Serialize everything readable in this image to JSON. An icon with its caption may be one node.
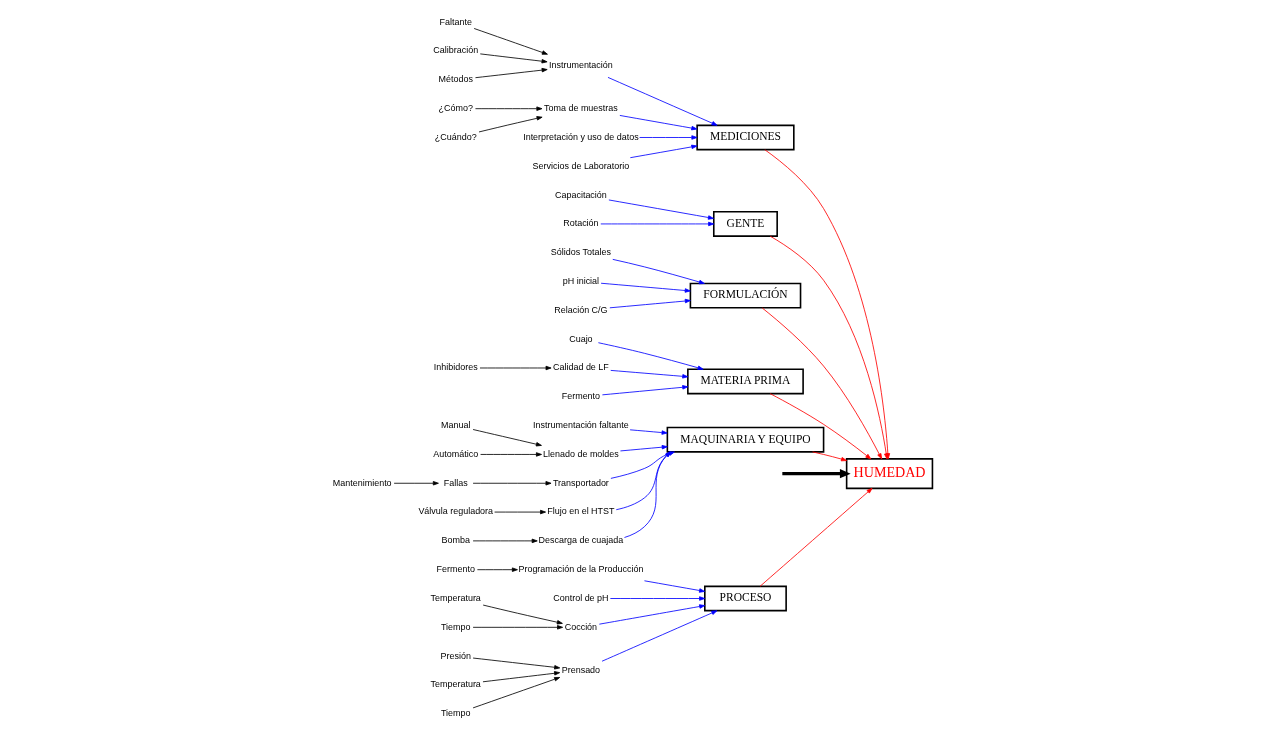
{
  "diagram": {
    "nodes": [
      {
        "text": [
          "PROCESO"
        ]
      },
      {
        "text": [
          "Fermento"
        ]
      },
      {
        "text": [
          "Programación de la Producción"
        ]
      },
      {
        "text": [
          "Control de pH"
        ]
      },
      {
        "text": [
          "Temperatura"
        ]
      },
      {
        "text": [
          "Presión"
        ]
      },
      {
        "text": [
          "Cocción"
        ]
      },
      {
        "text": [
          "Temperatura"
        ]
      },
      {
        "text": [
          "Prensado"
        ]
      },
      {
        "text": [
          "Tiempo"
        ]
      },
      {
        "text": [
          "Tiempo"
        ]
      },
      {
        "text": [
          "MEDICIONES"
        ]
      },
      {
        "text": [
          "Faltante"
        ]
      },
      {
        "text": [
          "Calibración"
        ]
      },
      {
        "text": [
          "Instrumentación"
        ]
      },
      {
        "text": [
          "Toma de muestras"
        ]
      },
      {
        "text": [
          "Métodos"
        ]
      },
      {
        "text": [
          "¿Cómo?"
        ]
      },
      {
        "text": [
          "Interpretación y uso de datos"
        ]
      },
      {
        "text": [
          "¿Cuándo?"
        ]
      },
      {
        "text": [
          "GENTE"
        ]
      },
      {
        "text": [
          "Capacitación"
        ]
      },
      {
        "text": [
          "Servicios de Laboratorio"
        ]
      },
      {
        "text": [
          "Rotación"
        ]
      },
      {
        "text": [
          "HUMEDAD"
        ]
      },
      {
        "text": [
          "Sólidos Totales"
        ]
      },
      {
        "text": [
          "Cuajo"
        ]
      },
      {
        "text": [
          "Inhibidores"
        ]
      },
      {
        "text": [
          "Instrumentación faltante"
        ]
      },
      {
        "text": [
          "Manual"
        ]
      },
      {
        "text": [
          "Llenado de moldes"
        ]
      },
      {
        "text": [
          "pH inicial"
        ]
      },
      {
        "text": [
          "Automático"
        ]
      },
      {
        "text": [
          "Calidad de LF"
        ]
      },
      {
        "text": [
          "Válvula reguladora"
        ]
      },
      {
        "text": [
          "Transportador"
        ]
      },
      {
        "text": [
          "Relación C/G"
        ]
      },
      {
        "text": [
          "Mantenimiento"
        ]
      },
      {
        "text": [
          "Fallas"
        ]
      },
      {
        "text": [
          "Fermento"
        ]
      },
      {
        "text": [
          "Flujo en el HTST"
        ]
      },
      {
        "text": [
          "Descarga de cuajada"
        ]
      },
      {
        "text": [
          "Bomba"
        ]
      },
      {
        "text": [
          "FORMULACIÓN"
        ]
      },
      {
        "text": [
          "MATERIA PRIMA"
        ]
      },
      {
        "text": [
          "MAQUINARIA Y EQUIPO"
        ]
      }
    ],
    "edges": [
      {
        "from": null,
        "to": 24,
        "arrow": "to",
        "style": "thick",
        "color": "#000000"
      },
      {
        "from": 0,
        "to": 24,
        "arrow": "to",
        "color": "#ff0000"
      },
      {
        "from": 11,
        "to": 24,
        "arrow": "to",
        "color": "#ff0000"
      },
      {
        "from": 20,
        "to": 24,
        "arrow": "to",
        "color": "#ff0000"
      },
      {
        "from": 43,
        "to": 24,
        "arrow": "to",
        "color": "#ff0000"
      },
      {
        "from": 44,
        "to": 24,
        "arrow": "to",
        "color": "#ff0000"
      },
      {
        "from": 45,
        "to": 24,
        "arrow": "to",
        "color": "#ff0000"
      },
      {
        "from": 1,
        "to": 2,
        "arrow": "to",
        "color": "#000000"
      },
      {
        "from": 2,
        "to": 0,
        "arrow": "to"
      },
      {
        "from": 3,
        "to": 0,
        "arrow": "to"
      },
      {
        "from": 4,
        "to": 6,
        "arrow": "to",
        "color": "#000000"
      },
      {
        "from": 9,
        "to": 6,
        "arrow": "to",
        "color": "#000000"
      },
      {
        "from": 6,
        "to": 0,
        "arrow": "to"
      },
      {
        "from": 5,
        "to": 8,
        "arrow": "to",
        "color": "#000000"
      },
      {
        "from": 7,
        "to": 8,
        "arrow": "to",
        "color": "#000000"
      },
      {
        "from": 10,
        "to": 8,
        "arrow": "to",
        "color": "#000000"
      },
      {
        "from": 8,
        "to": 0,
        "arrow": "to"
      },
      {
        "from": 12,
        "to": 14,
        "arrow": "to",
        "color": "#000000"
      },
      {
        "from": 13,
        "to": 14,
        "arrow": "to",
        "color": "#000000"
      },
      {
        "from": 16,
        "to": 14,
        "arrow": "to",
        "color": "#000000"
      },
      {
        "from": 14,
        "to": 11,
        "arrow": "to"
      },
      {
        "from": 17,
        "to": 15,
        "arrow": "to",
        "color": "#000000"
      },
      {
        "from": 19,
        "to": 15,
        "arrow": "to",
        "color": "#000000"
      },
      {
        "from": 15,
        "to": 11,
        "arrow": "to"
      },
      {
        "from": 18,
        "to": 11,
        "arrow": "to"
      },
      {
        "from": 22,
        "to": 11,
        "arrow": "to"
      },
      {
        "from": 21,
        "to": 20,
        "arrow": "to"
      },
      {
        "from": 23,
        "to": 20,
        "arrow": "to"
      },
      {
        "from": 25,
        "to": 43,
        "arrow": "to"
      },
      {
        "from": 31,
        "to": 43,
        "arrow": "to"
      },
      {
        "from": 36,
        "to": 43,
        "arrow": "to"
      },
      {
        "from": 26,
        "to": 44,
        "arrow": "to"
      },
      {
        "from": 27,
        "to": 33,
        "arrow": "to",
        "color": "#000000"
      },
      {
        "from": 33,
        "to": 44,
        "arrow": "to"
      },
      {
        "from": 39,
        "to": 44,
        "arrow": "to"
      },
      {
        "from": 28,
        "to": 45,
        "arrow": "to"
      },
      {
        "from": 29,
        "to": 30,
        "arrow": "to",
        "color": "#000000"
      },
      {
        "from": 32,
        "to": 30,
        "arrow": "to",
        "color": "#000000"
      },
      {
        "from": 30,
        "to": 45,
        "arrow": "to"
      },
      {
        "from": 34,
        "to": 40,
        "arrow": "to",
        "color": "#000000"
      },
      {
        "from": 40,
        "to": 45,
        "arrow": "to"
      },
      {
        "from": 37,
        "to": 38,
        "arrow": "to",
        "color": "#000000"
      },
      {
        "from": 38,
        "to": 35,
        "arrow": "to",
        "color": "#000000"
      },
      {
        "from": 35,
        "to": 45,
        "arrow": "to"
      },
      {
        "from": 42,
        "to": 41,
        "arrow": "to",
        "color": "#000000"
      },
      {
        "from": 41,
        "to": 45,
        "arrow": "to"
      }
    ]
  }
}
